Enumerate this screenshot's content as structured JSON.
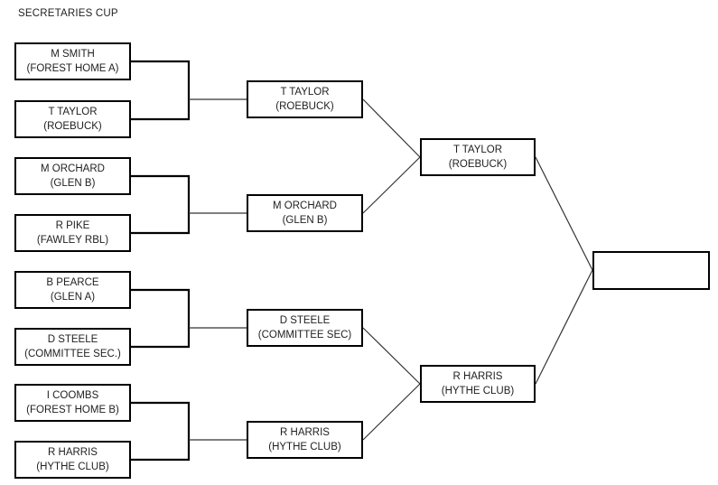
{
  "title": "SECRETARIES CUP",
  "bracket": {
    "round1": [
      {
        "name": "M SMITH",
        "club": "(FOREST HOME A)"
      },
      {
        "name": "T TAYLOR",
        "club": "(ROEBUCK)"
      },
      {
        "name": "M ORCHARD",
        "club": "(GLEN B)"
      },
      {
        "name": "R PIKE",
        "club": "(FAWLEY RBL)"
      },
      {
        "name": "B PEARCE",
        "club": "(GLEN A)"
      },
      {
        "name": "D STEELE",
        "club": "(COMMITTEE SEC.)"
      },
      {
        "name": "I COOMBS",
        "club": "(FOREST HOME B)"
      },
      {
        "name": "R HARRIS",
        "club": "(HYTHE CLUB)"
      }
    ],
    "round2": [
      {
        "name": "T TAYLOR",
        "club": "(ROEBUCK)"
      },
      {
        "name": "M ORCHARD",
        "club": "(GLEN B)"
      },
      {
        "name": "D STEELE",
        "club": "(COMMITTEE SEC)"
      },
      {
        "name": "R HARRIS",
        "club": "(HYTHE CLUB)"
      }
    ],
    "round3": [
      {
        "name": "T TAYLOR",
        "club": "(ROEBUCK)"
      },
      {
        "name": "R HARRIS",
        "club": "(HYTHE CLUB)"
      }
    ],
    "final": [
      {
        "name": "",
        "club": ""
      }
    ]
  },
  "colors": {
    "background": "#ffffff",
    "box_border": "#000000",
    "connector": "#333333",
    "text": "#1f1f1f"
  }
}
